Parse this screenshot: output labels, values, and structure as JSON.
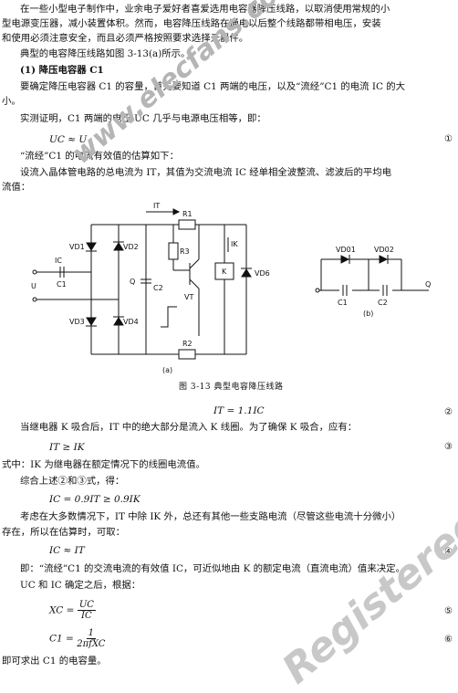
{
  "paragraph1": [
    "在一些小型电子制作中，业余电子爱好者喜爱选用电容器降压线路，以取消使用常规的小",
    "型电源变压器，减小装置体积。然而，电容降压线路在通电以后整个线路都带相电压，安装",
    "和使用必须注意安全，而且必须严格按照要求选择元器件。"
  ],
  "intro": "典型的电容降压线路如图 3-13(a)所示。",
  "section_title": "(1) 降压电容器 C1",
  "para2": [
    "要确定降压电容器 C1 的容量，首先要知道 C1 两端的电压，以及“流经”C1 的电流 IC 的大",
    "小。"
  ],
  "para3": "实测证明，C1 两端的电压 UC 几乎与电源电压相等，即：",
  "eq1": "UC ≈ U",
  "eq1_no": "①",
  "para4": "“流经”C1 的电流有效值的估算如下：",
  "para5": [
    "设流入晶体管电路的总电流为 IT，其值为交流电流 IC 经单相全波整流、滤波后的平均电",
    "流值："
  ],
  "circuit_a": {
    "labels": [
      "IT",
      "R1",
      "VD1",
      "VD2",
      "R3",
      "IK",
      "IC",
      "C1",
      "Q",
      "C2",
      "VT",
      "K",
      "VD6",
      "U",
      "VD3",
      "VD4",
      "R2"
    ],
    "caption": "(a)"
  },
  "circuit_b": {
    "labels": [
      "VD01",
      "VD02",
      "C1",
      "C2",
      "Q"
    ],
    "caption": "(b)"
  },
  "figure_caption": "图 3-13   典型电容降压线路",
  "eq2": "IT = 1.1IC",
  "eq2_no": "②",
  "para6": "当继电器 K 吸合后，IT 中的绝大部分是流入 K 线圈。为了确保 K 吸合，应有：",
  "eq3": "IT ≥ IK",
  "eq3_no": "③",
  "para7": "式中：IK 为继电器在额定情况下的线圈电流值。",
  "para8": "综合上述②和③式，得：",
  "eq4": "IC = 0.9IT ≥ 0.9IK",
  "para9": [
    "考虑在大多数情况下，IT 中除 IK 外，总还有其他一些支路电流（尽管这些电流十分微小）",
    "存在，所以在估算时，可取："
  ],
  "eq5": "IC ≈ IT",
  "eq5_no": "④",
  "para10": "即：“流经”C1 的交流电流的有效值 IC，可近似地由 K 的额定电流（直流电流）值来决定。",
  "para11": "UC 和 IC 确定之后，根据：",
  "eq6_lhs": "XC =",
  "eq6_num": "UC",
  "eq6_den": "IC",
  "eq6_no": "⑤",
  "eq7_lhs": "C1 =",
  "eq7_num": "1",
  "eq7_den": "2πfXC",
  "eq7_no": "⑥",
  "closing": "即可求出 C1 的电容量。",
  "watermark_top": "www.elecfans.com",
  "watermark_bottom": "Registered"
}
